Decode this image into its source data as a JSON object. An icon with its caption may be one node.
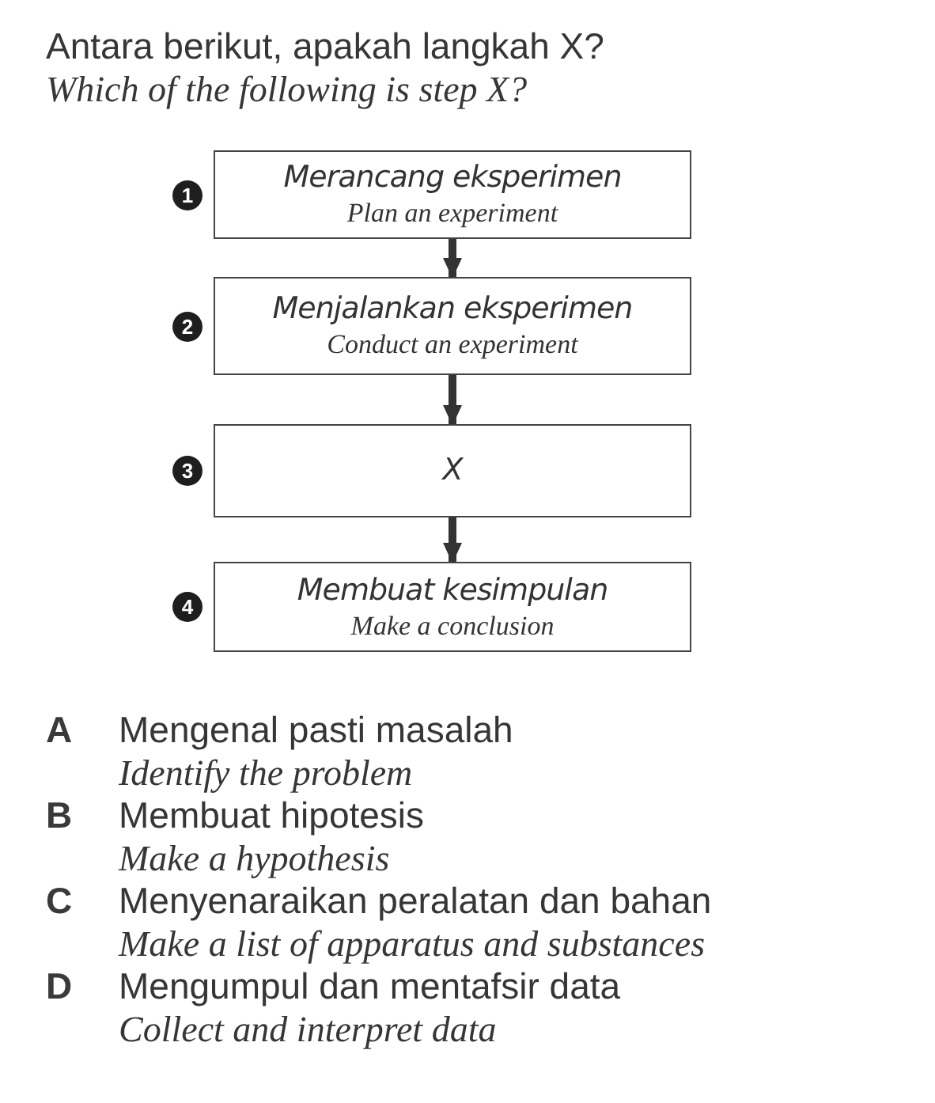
{
  "diagram": {
    "nodes": [
      {
        "text": [
          "1"
        ]
      },
      {
        "text": [
          "Merancang eksperimen",
          "Plan an experiment"
        ]
      },
      {
        "text": [
          "2"
        ]
      },
      {
        "text": [
          "Menjalankan eksperimen",
          "Conduct an experiment"
        ]
      },
      {
        "text": [
          "3"
        ]
      },
      {
        "text": [
          "X"
        ]
      },
      {
        "text": [
          "4"
        ]
      },
      {
        "text": [
          "Membuat kesimpulan",
          "Make a conclusion"
        ]
      }
    ],
    "edges": [
      {
        "from": 1,
        "to": 3,
        "arrow": "to"
      },
      {
        "from": 3,
        "to": 5,
        "arrow": "to"
      },
      {
        "from": 5,
        "to": 7,
        "arrow": "to"
      }
    ],
    "labels": [
      "Antara berikut, apakah langkah X?",
      "Which of the following is step X?",
      "A",
      "Mengenal pasti masalah",
      "Identify the problem",
      "B",
      "Membuat hipotesis",
      "Make a hypothesis",
      "C",
      "Menyenaraikan peralatan dan bahan",
      "Make a list of apparatus and substances",
      "D",
      "Mengumpul dan mentafsir data",
      "Collect and interpret data"
    ]
  }
}
